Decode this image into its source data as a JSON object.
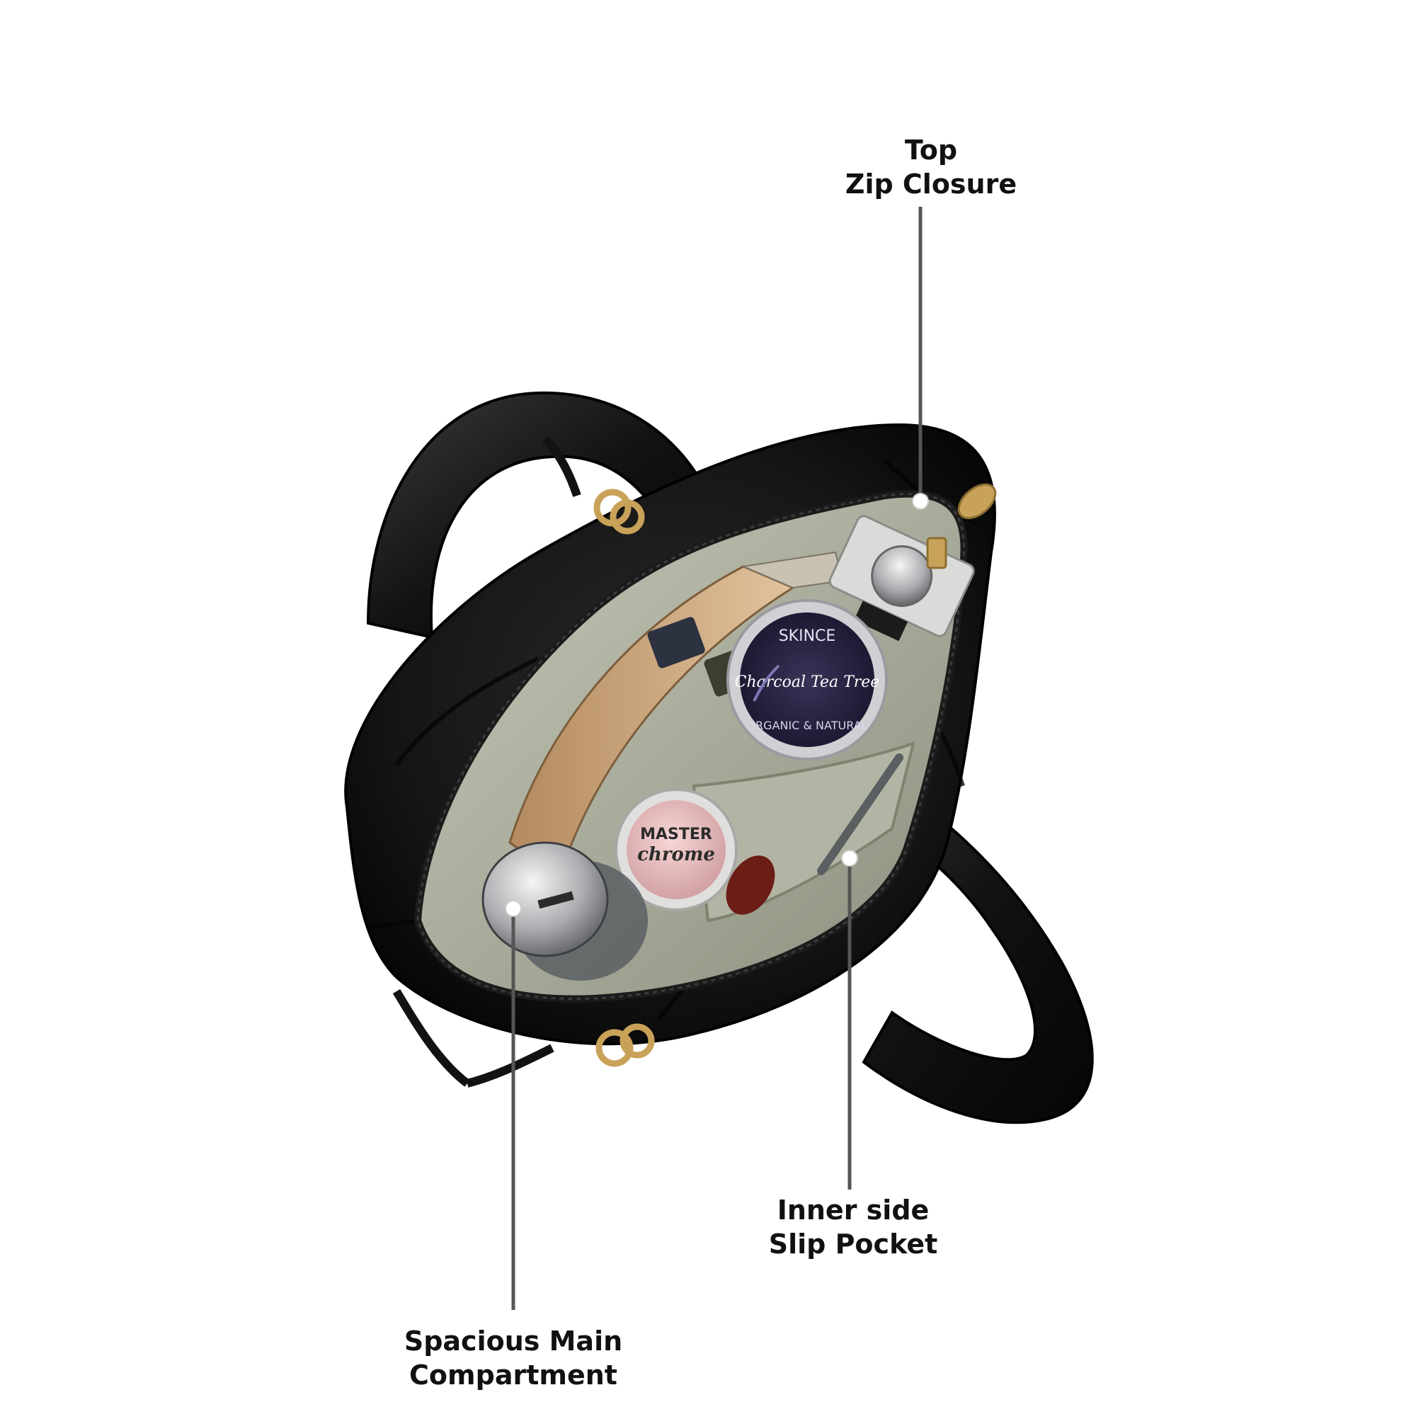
{
  "callouts": {
    "top_zip": {
      "line1": "Top",
      "line2": "Zip Closure"
    },
    "inner_pocket": {
      "line1": "Inner side",
      "line2": "Slip Pocket"
    },
    "main_compartment": {
      "line1": "Spacious Main",
      "line2": "Compartment"
    }
  },
  "product_labels": {
    "jar_lid": {
      "arc_top": "SKINCE",
      "script": "Charcoal Tea Tree",
      "arc_bottom": "ORGANIC & NATURAL"
    },
    "compact": {
      "line1": "MASTER",
      "line2": "chrome"
    }
  },
  "colors": {
    "bag": "#151515",
    "lining": "#a8ab98",
    "hardware": "#c9a25a",
    "leader_line": "#555555"
  }
}
